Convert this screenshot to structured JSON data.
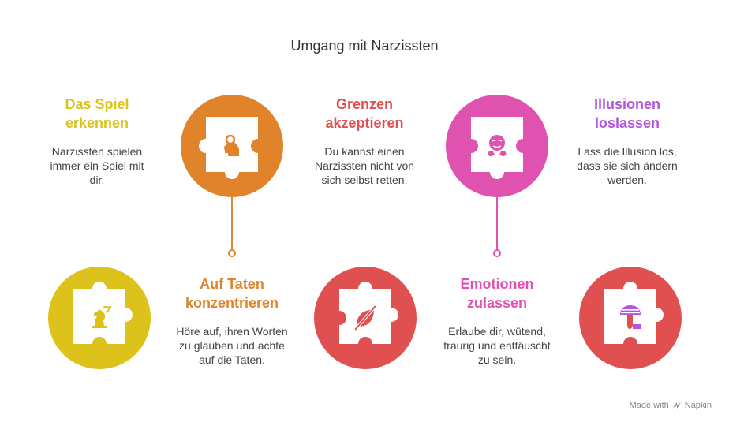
{
  "title": "Umgang mit Narzissten",
  "steps": [
    {
      "heading_line1": "Das Spiel",
      "heading_line2": "erkennen",
      "desc_line1": "Narzissten spielen",
      "desc_line2": "immer ein Spiel mit",
      "desc_line3": "dir.",
      "color": "#dcc21a",
      "icon": "chess-knight-icon"
    },
    {
      "heading_line1": "Auf Taten",
      "heading_line2": "konzentrieren",
      "desc_line1": "Höre auf, ihren Worten",
      "desc_line2": "zu glauben und achte",
      "desc_line3": "auf die Taten.",
      "color": "#e0832b",
      "icon": "head-magnifier-icon"
    },
    {
      "heading_line1": "Grenzen",
      "heading_line2": "akzeptieren",
      "desc_line1": "Du kannst einen",
      "desc_line2": "Narzissten nicht von",
      "desc_line3": "sich selbst retten.",
      "color": "#e05050",
      "icon": "no-leaf-icon"
    },
    {
      "heading_line1": "Emotionen",
      "heading_line2": "zulassen",
      "desc_line1": "Erlaube dir, wütend,",
      "desc_line2": "traurig und enttäuscht",
      "desc_line3": "zu sein.",
      "color": "#e052b0",
      "icon": "crying-face-icon"
    },
    {
      "heading_line1": "Illusionen",
      "heading_line2": "loslassen",
      "desc_line1": "Lass die Illusion los,",
      "desc_line2": "dass sie sich ändern",
      "desc_line3": "werden.",
      "color": "#b455e0",
      "icon": "mushroom-icon"
    }
  ],
  "footer": {
    "made_with": "Made with",
    "brand": "Napkin"
  }
}
